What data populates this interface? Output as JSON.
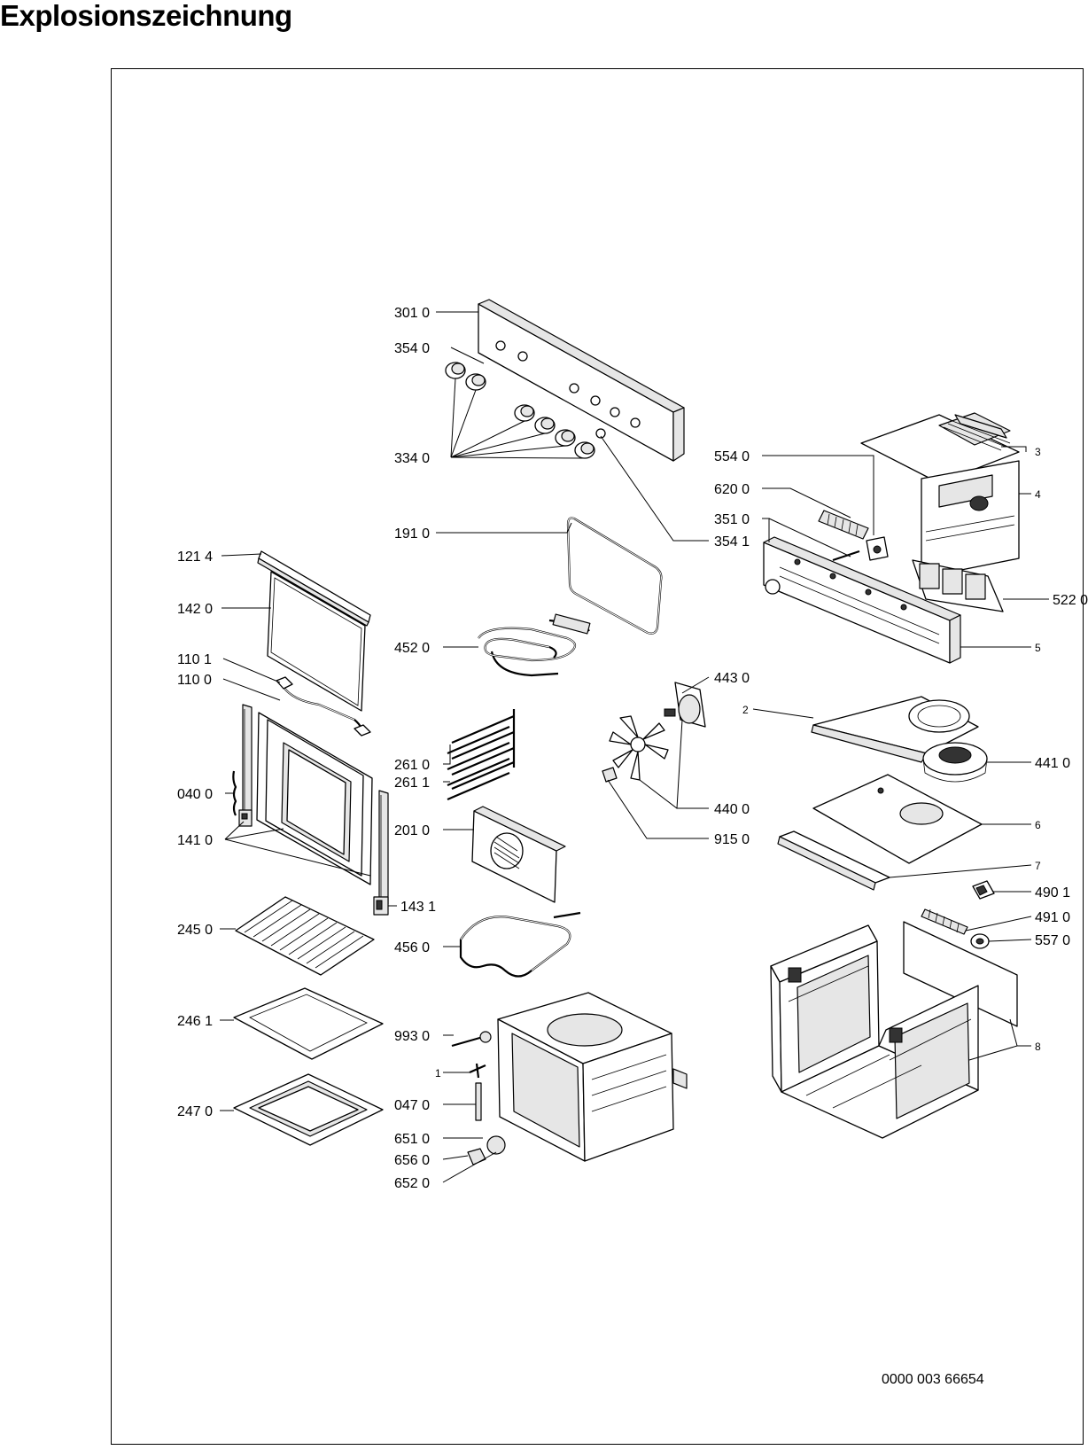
{
  "page": {
    "title": "Explosionszeichnung",
    "document_number": "0000 003 66654"
  },
  "labels": {
    "l3010": "301 0",
    "l3540": "354 0",
    "l3340": "334 0",
    "l3541": "354 1",
    "l1910": "191 0",
    "l1214": "121 4",
    "l1420": "142 0",
    "l4520": "452 0",
    "l1101": "110 1",
    "l1100": "110 0",
    "l0400": "040 0",
    "l1410": "141 0",
    "l2610": "261 0",
    "l2611": "261 1",
    "l2010": "201 0",
    "l1431": "143 1",
    "l2450": "245 0",
    "l4560": "456 0",
    "l2461": "246 1",
    "l2470": "247 0",
    "l9930": "993 0",
    "l1": "1",
    "l0470": "047 0",
    "l6510": "651 0",
    "l6560": "656 0",
    "l6520": "652 0",
    "l5540": "554 0",
    "l6200": "620 0",
    "l3510": "351 0",
    "l3": "3",
    "l4": "4",
    "l5220": "522 0",
    "l5": "5",
    "l4430": "443 0",
    "l2": "2",
    "l4410": "441 0",
    "l4400": "440 0",
    "l9150": "915 0",
    "l6": "6",
    "l7": "7",
    "l4901": "490 1",
    "l4910": "491 0",
    "l5570": "557 0",
    "l8": "8"
  }
}
